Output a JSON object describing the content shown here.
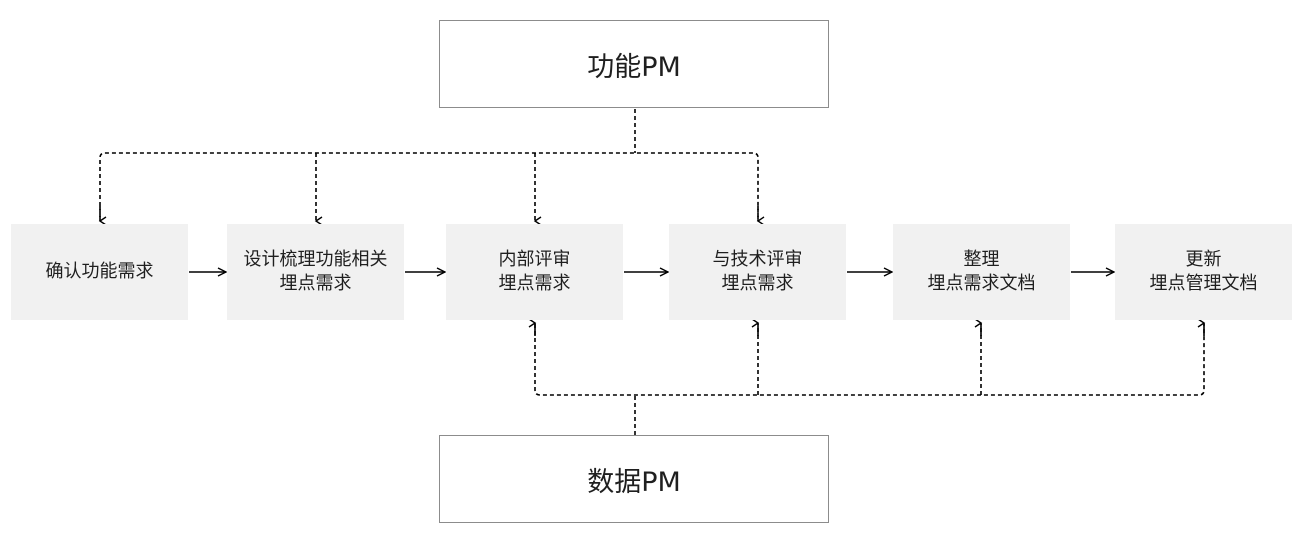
{
  "roles": {
    "top": "功能PM",
    "bottom": "数据PM"
  },
  "steps": [
    {
      "line1": "确认功能需求",
      "line2": ""
    },
    {
      "line1": "设计梳理功能相关",
      "line2": "埋点需求"
    },
    {
      "line1": "内部评审",
      "line2": "埋点需求"
    },
    {
      "line1": "与技术评审",
      "line2": "埋点需求"
    },
    {
      "line1": "整理",
      "line2": "埋点需求文档"
    },
    {
      "line1": "更新",
      "line2": "埋点管理文档"
    }
  ]
}
